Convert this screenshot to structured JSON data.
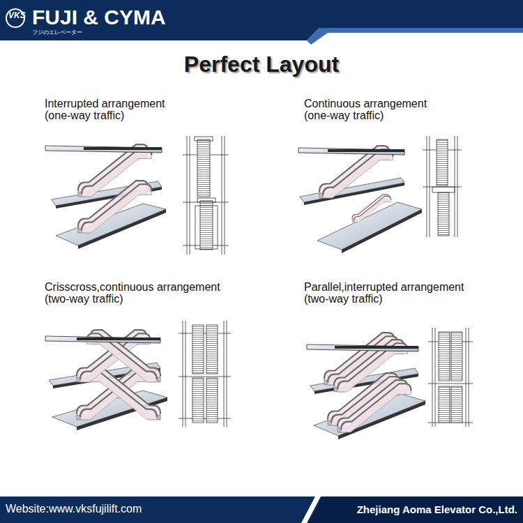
{
  "diagram": {
    "title": "Perfect Layout",
    "nodes": [
      {
        "text": [
          "VKS",
          "FUJI & CYMA",
          "フジのエレベーター"
        ]
      },
      {
        "text": [
          "Website:www.vksfujilift.com",
          "Zhejiang Aoma Elevator Co.,Ltd."
        ]
      }
    ],
    "labels": [
      "Interrupted arrangement",
      "(one-way traffic)",
      "Continuous arrangement",
      "(one-way traffic)",
      "Crisscross,continuous arrangement",
      "(two-way traffic)",
      "Parallel,interrupted arrangement",
      "(two-way traffic)"
    ]
  }
}
